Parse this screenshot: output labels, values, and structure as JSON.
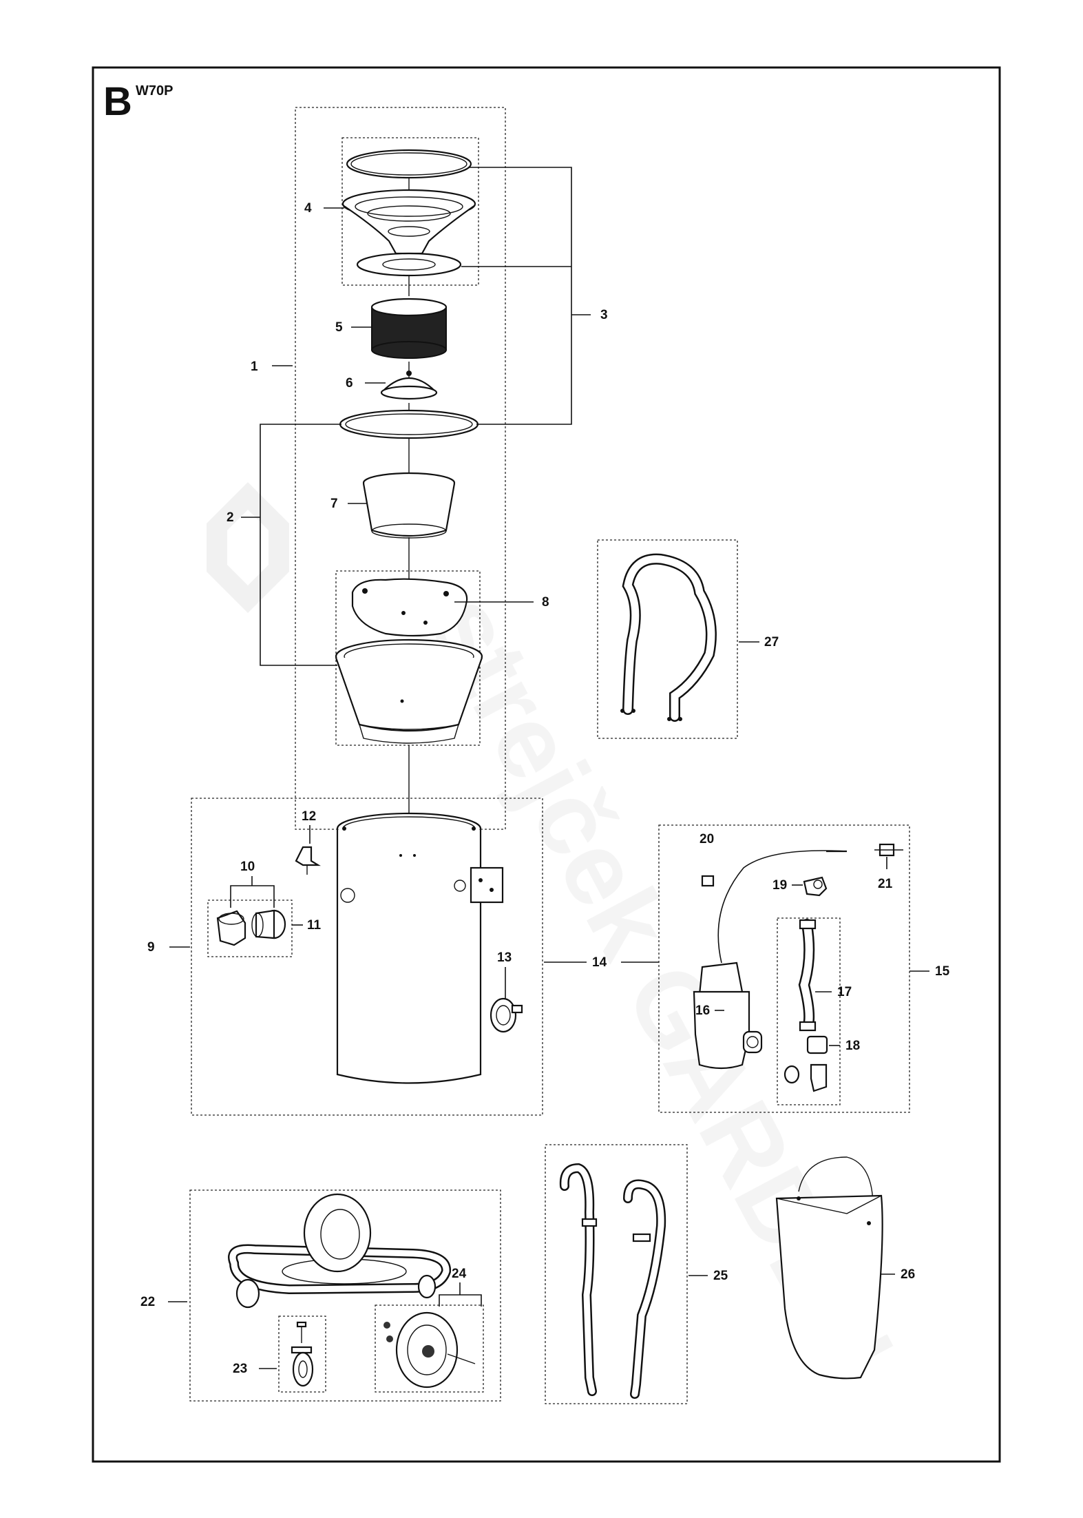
{
  "diagram": {
    "section_letter": "B",
    "model": "W70P",
    "watermark": "strejček GARDEN",
    "callouts": [
      "1",
      "2",
      "3",
      "4",
      "5",
      "6",
      "7",
      "8",
      "9",
      "10",
      "11",
      "12",
      "13",
      "14",
      "15",
      "16",
      "17",
      "18",
      "19",
      "20",
      "21",
      "22",
      "23",
      "24",
      "25",
      "26",
      "27"
    ]
  }
}
